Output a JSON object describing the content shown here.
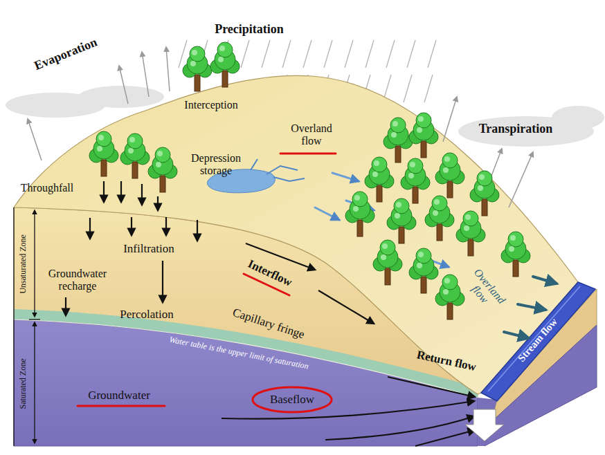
{
  "diagram": {
    "labels": [
      "Precipitation",
      "Evaporation",
      "Interception",
      "Overland flow",
      "Transpiration",
      "Depression storage",
      "Throughfall",
      "Unsaturated Zone",
      "Infiltration",
      "Groundwater recharge",
      "Interflow",
      "Overland flow",
      "Percolation",
      "Capillary fringe",
      "Water table is the upper limit of saturation",
      "Return flow",
      "Stream flow",
      "Saturated Zone",
      "Groundwater",
      "Baseflow"
    ]
  }
}
